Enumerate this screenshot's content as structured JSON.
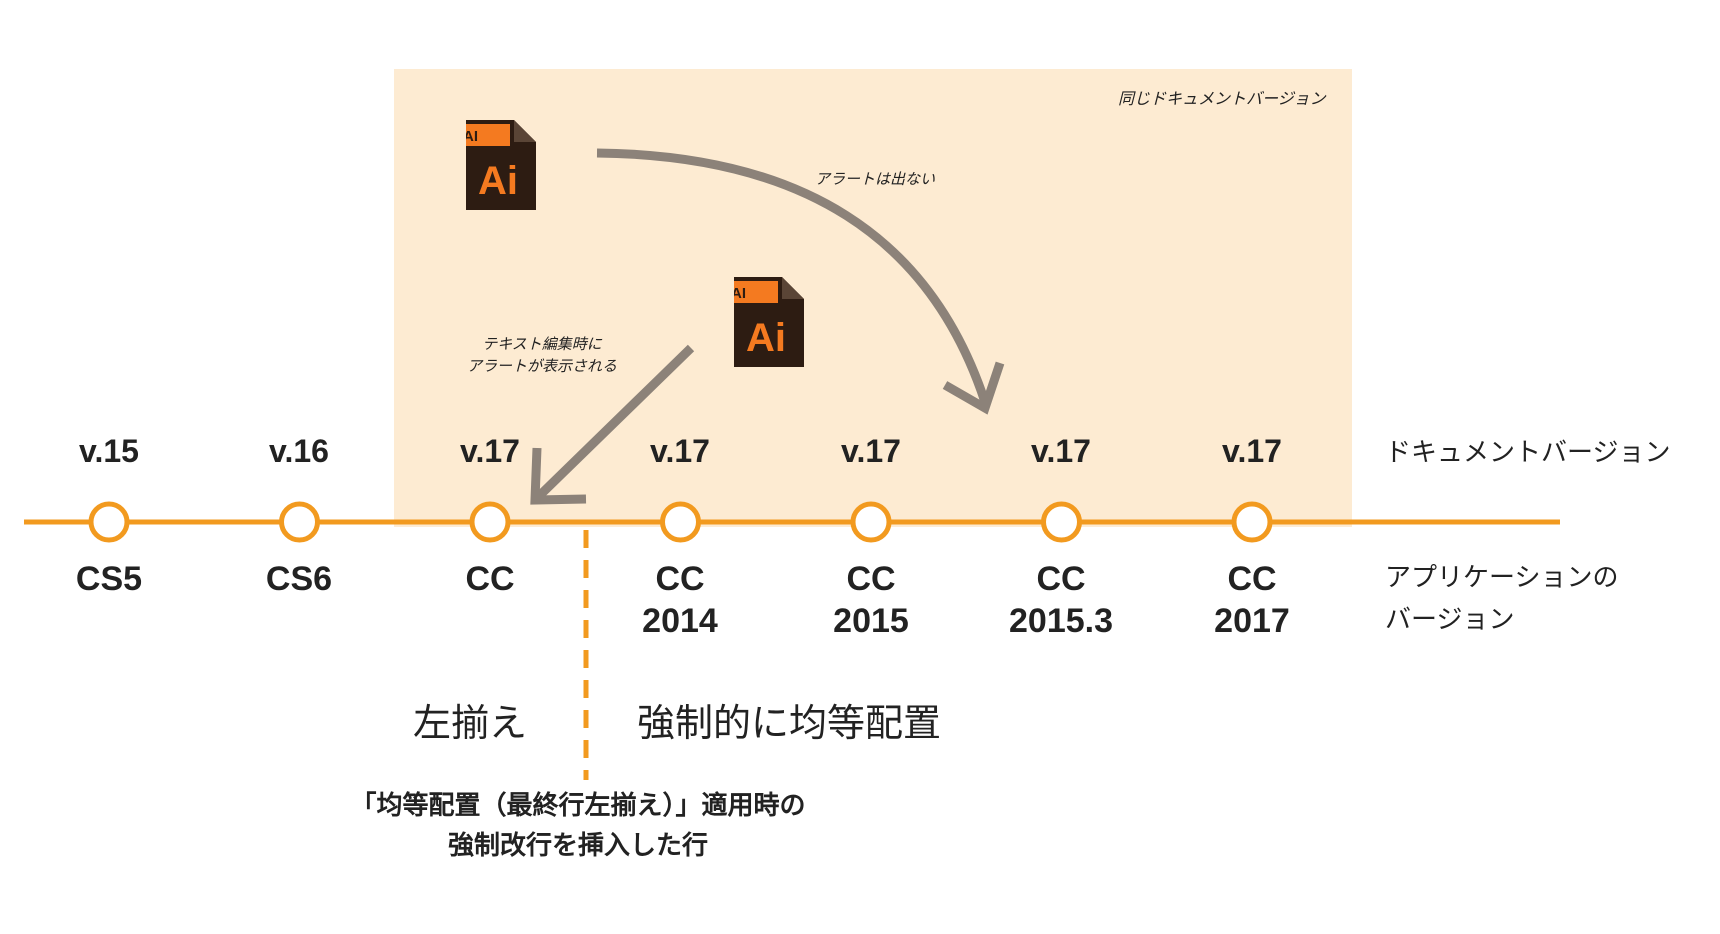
{
  "highlight_label": "同じドキュメントバージョン",
  "arrow_no_alert_label": "アラートは出ない",
  "arrow_alert_label": [
    "テキスト編集時に",
    "アラートが表示される"
  ],
  "icon": {
    "badge_text": "AI",
    "main_text": "Ai"
  },
  "row_labels": {
    "document_version": "ドキュメントバージョン",
    "app_version": [
      "アプリケーションの",
      "バージョン"
    ]
  },
  "timeline": [
    {
      "doc": "v.15",
      "app": [
        "CS5"
      ]
    },
    {
      "doc": "v.16",
      "app": [
        "CS6"
      ]
    },
    {
      "doc": "v.17",
      "app": [
        "CC"
      ]
    },
    {
      "doc": "v.17",
      "app": [
        "CC",
        "2014"
      ]
    },
    {
      "doc": "v.17",
      "app": [
        "CC",
        "2015"
      ]
    },
    {
      "doc": "v.17",
      "app": [
        "CC",
        "2015.3"
      ]
    },
    {
      "doc": "v.17",
      "app": [
        "CC",
        "2017"
      ]
    }
  ],
  "sections": {
    "left": "左揃え",
    "right": "強制的に均等配置"
  },
  "note": [
    "「均等配置（最終行左揃え）」適用時の",
    "強制改行を挿入した行"
  ],
  "colors": {
    "timeline": "#f29a1f",
    "highlight": "#fdebd2",
    "arrow": "#8c8279",
    "icon_dark": "#2d1c12",
    "icon_orange": "#f47a20"
  }
}
